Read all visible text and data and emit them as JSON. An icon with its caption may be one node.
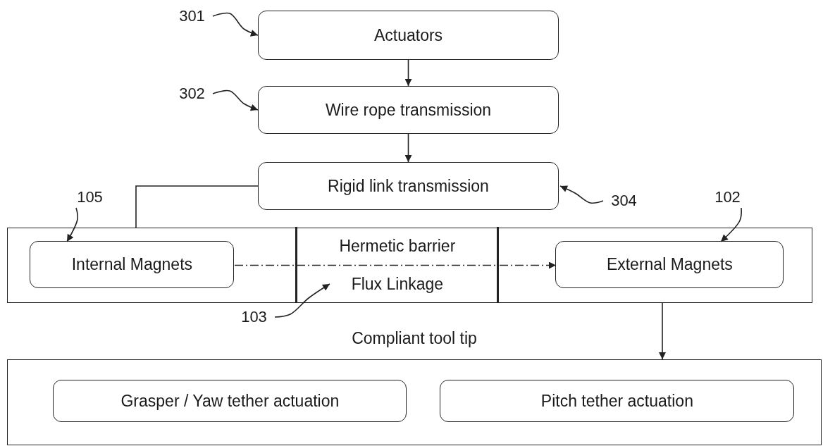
{
  "diagram": {
    "nodes": [
      {
        "text": [
          "301"
        ]
      },
      {
        "text": [
          "Actuators"
        ]
      },
      {
        "text": [
          "302"
        ]
      },
      {
        "text": [
          "Wire rope transmission"
        ]
      },
      {
        "text": [
          "Rigid link transmission"
        ]
      },
      {
        "text": [
          "304"
        ]
      },
      {
        "text": [
          "105"
        ]
      },
      {
        "text": [
          "102"
        ]
      },
      {
        "text": [],
        "shape": "box"
      },
      {
        "text": [
          "Internal Magnets"
        ],
        "in": 8
      },
      {
        "text": [
          "Hermetic barrier",
          "Flux Linkage"
        ],
        "in": 8
      },
      {
        "text": [
          "External Magnets"
        ],
        "in": 8
      },
      {
        "text": [
          "103"
        ]
      },
      {
        "text": [
          "Compliant tool tip"
        ]
      },
      {
        "text": [
          "Grasper / Yaw tether actuation"
        ],
        "in": 13
      },
      {
        "text": [
          "Pitch tether actuation"
        ],
        "in": 13
      }
    ],
    "edges": [
      {
        "from": 0,
        "to": 1,
        "arrow": "to"
      },
      {
        "from": 2,
        "to": 3,
        "arrow": "to"
      },
      {
        "from": 1,
        "to": 3,
        "arrow": "to"
      },
      {
        "from": 3,
        "to": 4,
        "arrow": "to"
      },
      {
        "from": 4,
        "to": 8,
        "arrow": "none"
      },
      {
        "from": 5,
        "to": 4,
        "arrow": "to"
      },
      {
        "from": 6,
        "to": 9,
        "arrow": "to"
      },
      {
        "from": 7,
        "to": 11,
        "arrow": "to"
      },
      {
        "from": 9,
        "to": 10,
        "arrow": "none",
        "style": "dashed"
      },
      {
        "from": 10,
        "to": 11,
        "arrow": "to",
        "style": "dashed"
      },
      {
        "from": 12,
        "to": 10,
        "arrow": "to"
      },
      {
        "from": 8,
        "to": 13,
        "arrow": "to"
      }
    ]
  }
}
